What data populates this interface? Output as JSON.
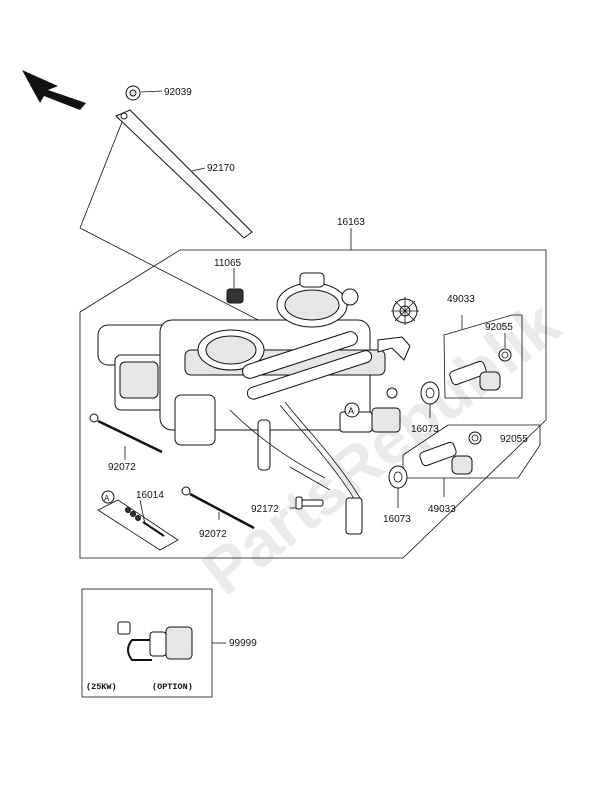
{
  "parts": {
    "p92039": "92039",
    "p92170": "92170",
    "p16163": "16163",
    "p11065": "11065",
    "p49033_top": "49033",
    "p92055_top": "92055",
    "p16073_top": "16073",
    "p92055_bottom": "92055",
    "p16073_bottom": "16073",
    "p49033_bottom": "49033",
    "p92072_left": "92072",
    "p92072_bottom": "92072",
    "p16014": "16014",
    "p92172": "92172",
    "p99999": "99999"
  },
  "callouts": {
    "ref_a_body": "A",
    "ref_a_kit": "A"
  },
  "option_box": {
    "variant_left": "(25KW)",
    "variant_right": "(OPTION)"
  },
  "watermark": "PartsRepublik",
  "icons": {
    "direction": "front-direction-arrow-icon",
    "gear": "gear-icon"
  }
}
